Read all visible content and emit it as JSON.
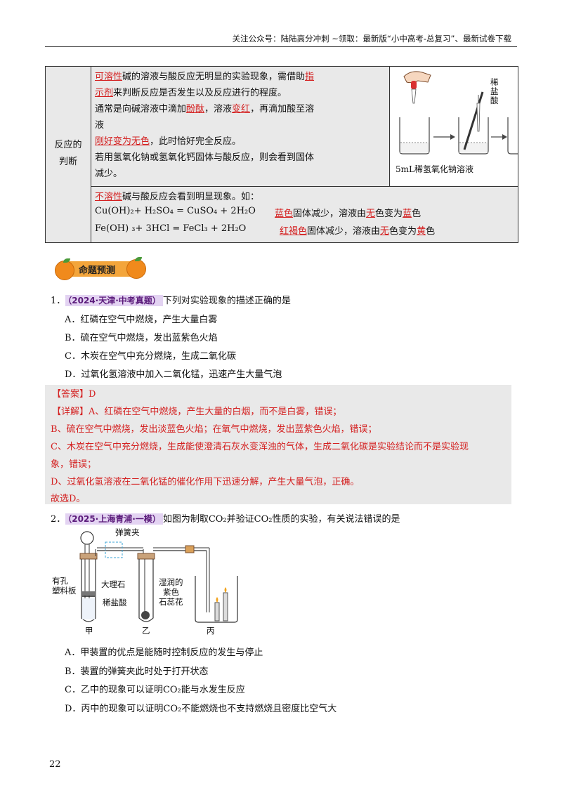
{
  "header": {
    "text": "关注公众号：陆陆高分冲刺  ~领取：最新版“小中高考-总复习”、最新试卷下载"
  },
  "table": {
    "row_label": [
      "反应的",
      "判断"
    ],
    "cell1": {
      "l1_red1": "可溶性",
      "l1_rest": "碱的溶液与酸反应无明显的实验现象，需借助",
      "l1_red2": "指",
      "l2_red": "示剂",
      "l2_rest": "来判断反应是否发生以及反应进行的程度。",
      "l3_a": "通常是向碱溶液中滴加",
      "l3_red1": "酚酞",
      "l3_b": "，溶液",
      "l3_red2": "变红",
      "l3_c": "，再滴加酸至溶",
      "l4": "液",
      "l5_red": "刚好变为无色",
      "l5_rest": "，此时恰好完全反应。",
      "l6": "若用氢氧化钠或氢氧化钙固体与酸反应，则会看到固体",
      "l7": "减少。"
    },
    "figure": {
      "acid_label": [
        "稀",
        "盐",
        "酸"
      ],
      "caption": "5mL稀氢氧化钠溶液"
    },
    "cell2": {
      "l1_red": "不溶性",
      "l1_rest": "碱与酸反应会看到明显现象。如：",
      "eq1": "Cu(OH)₂+ H₂SO₄  = CuSO₄  + 2H₂O",
      "eq1_red1": "蓝色",
      "eq1_mid": "固体减少，溶液由",
      "eq1_red2": "无",
      "eq1_mid2": "色变为",
      "eq1_red3": "蓝",
      "eq1_end": "色",
      "eq2": "Fe(OH) ₃+ 3HCl = FeCl₃ + 2H₂O",
      "eq2_red1": "红褐色",
      "eq2_mid": "固体减少，溶液由",
      "eq2_red2": "无",
      "eq2_mid2": "色变为",
      "eq2_red3": "黄",
      "eq2_end": "色"
    }
  },
  "section_title": "命题预测",
  "q1": {
    "num": "1．",
    "source": "（2024·天津·中考真题）",
    "stem": "下列对实验现象的描述正确的是",
    "options": [
      "A．红磷在空气中燃烧，产生大量白雾",
      "B．硫在空气中燃烧，发出蓝紫色火焰",
      "C．木炭在空气中充分燃烧，生成二氧化碳",
      "D．过氧化氢溶液中加入二氧化锰，迅速产生大量气泡"
    ],
    "answer": "【答案】D",
    "explain": [
      "【详解】A、红磷在空气中燃烧，产生大量的白烟，而不是白雾，错误；",
      "B、硫在空气中燃烧，发出淡蓝色火焰；在氧气中燃烧，发出蓝紫色火焰，错误；",
      "C、木炭在空气中充分燃烧，生成能使澄清石灰水变浑浊的气体，生成二氧化碳是实验结论而不是实验现",
      "象，错误；",
      "D、过氧化氢溶液在二氧化锰的催化作用下迅速分解，产生大量气泡，正确。",
      "故选D。"
    ]
  },
  "q2": {
    "num": "2．",
    "source": "（2025·上海青浦·一模）",
    "stem": "如图为制取CO₂并验证CO₂性质的实验，有关说法错误的是",
    "figure": {
      "clip": "弹簧夹",
      "plate": [
        "有孔",
        "塑料板"
      ],
      "marble": "大理石",
      "acid": "稀盐酸",
      "paper": [
        "湿润的",
        "紫色",
        "石蕊花"
      ],
      "labels": [
        "甲",
        "乙",
        "丙"
      ]
    },
    "options": [
      "A．甲装置的优点是能随时控制反应的发生与停止",
      "B．装置的弹簧夹此时处于打开状态",
      "C．乙中的现象可以证明CO₂能与水发生反应",
      "D．丙中的现象可以证明CO₂不能燃烧也不支持燃烧且密度比空气大"
    ]
  },
  "page_number": "22"
}
